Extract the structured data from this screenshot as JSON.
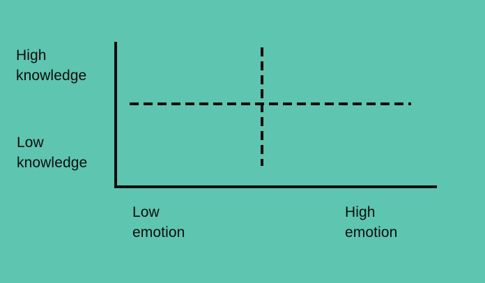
{
  "diagram": {
    "type": "quadrant-matrix",
    "background_color": "#5ec5b0",
    "line_color": "#0d0d0d",
    "y_axis": {
      "high_label": "High\nknowledge",
      "low_label": "Low\nknowledge"
    },
    "x_axis": {
      "low_label": "Low\nemotion",
      "high_label": "High\nemotion"
    },
    "dividers": {
      "horizontal": "dashed",
      "vertical": "dashed"
    }
  },
  "chart_data": {
    "type": "scatter",
    "title": "",
    "xlabel": "emotion",
    "ylabel": "knowledge",
    "x": [],
    "values": [],
    "categories": [],
    "xlim": [
      0,
      1
    ],
    "ylim": [
      0,
      1
    ],
    "grid": false,
    "legend": "none",
    "annotations": [
      "High knowledge",
      "Low knowledge",
      "Low emotion",
      "High emotion"
    ],
    "axis_tick_labels": {
      "x": [
        "Low emotion",
        "High emotion"
      ],
      "y": [
        "Low knowledge",
        "High knowledge"
      ]
    },
    "reference_lines": [
      {
        "orientation": "horizontal",
        "style": "dashed",
        "position": 0.5
      },
      {
        "orientation": "vertical",
        "style": "dashed",
        "position": 0.5
      }
    ]
  }
}
